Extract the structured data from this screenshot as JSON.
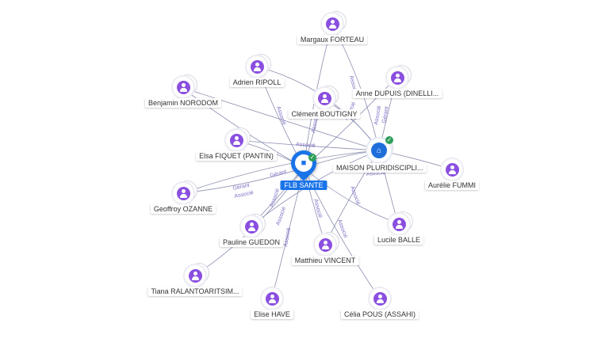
{
  "colors": {
    "person": "#8a4fe0",
    "company": "#1f6fdb",
    "main": "#1a73e8",
    "edge": "#8a8fb0",
    "edge_label": "#7b6fc2",
    "check": "#2e9e59"
  },
  "main_company": {
    "label": "FLB SANTE",
    "icon": "building-icon"
  },
  "companies": [
    {
      "id": "maison",
      "label": "MAISON PLURIDISCIPLI...",
      "icon": "building-icon"
    }
  ],
  "persons": [
    {
      "id": "forteau",
      "label": "Margaux FORTEAU",
      "icon": "person-icon"
    },
    {
      "id": "ripoll",
      "label": "Adrien RIPOLL",
      "icon": "person-icon"
    },
    {
      "id": "norodom",
      "label": "Benjamin NORODOM",
      "icon": "person-icon"
    },
    {
      "id": "boutigny",
      "label": "Clément BOUTIGNY",
      "icon": "person-icon"
    },
    {
      "id": "dupuis",
      "label": "Anne DUPUIS (DINELLI...",
      "icon": "person-icon"
    },
    {
      "id": "fiquet",
      "label": "Elsa FIQUET (PANTIN)",
      "icon": "person-icon"
    },
    {
      "id": "fummi",
      "label": "Aurélie FUMMI",
      "icon": "person-icon"
    },
    {
      "id": "ozanne",
      "label": "Geoffroy OZANNE",
      "icon": "person-icon"
    },
    {
      "id": "guedon",
      "label": "Pauline GUEDON",
      "icon": "person-icon"
    },
    {
      "id": "balle",
      "label": "Lucile BALLE",
      "icon": "person-icon"
    },
    {
      "id": "vincent",
      "label": "Matthieu VINCENT",
      "icon": "person-icon"
    },
    {
      "id": "tiana",
      "label": "Tiana RALANTOARITSIM...",
      "icon": "person-icon"
    },
    {
      "id": "pous",
      "label": "Célia POUS (ASSAHI)",
      "icon": "person-icon"
    },
    {
      "id": "have",
      "label": "Elise HAVE",
      "icon": "person-icon"
    }
  ],
  "edge_labels": {
    "associe": "Associé",
    "gerant": "Gérant",
    "associe_gerant": "Associé Gérant"
  }
}
